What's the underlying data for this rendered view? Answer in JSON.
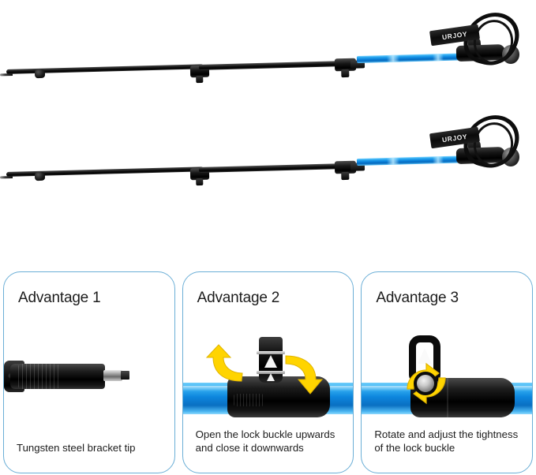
{
  "product": {
    "brand_on_strap": "URJOY",
    "item": "trekking-pole",
    "pole_count": 2,
    "colors": {
      "shaft_blue": "#0d86dd",
      "shaft_black": "#111111",
      "card_border": "#6aaed6",
      "arrow_yellow": "#ffd400",
      "background": "#ffffff"
    },
    "poles": [
      {
        "label": "trekking-pole-upper"
      },
      {
        "label": "trekking-pole-lower"
      }
    ]
  },
  "cards": [
    {
      "title": "Advantage 1",
      "caption": "Tungsten steel bracket tip",
      "art": "tungsten-steel-tip"
    },
    {
      "title": "Advantage 2",
      "caption": "Open the lock buckle upwards and close it downwards",
      "art": "lock-buckle-open-close"
    },
    {
      "title": "Advantage 3",
      "caption": "Rotate and adjust the tightness of the lock buckle",
      "art": "lock-buckle-rotate-knob"
    }
  ]
}
